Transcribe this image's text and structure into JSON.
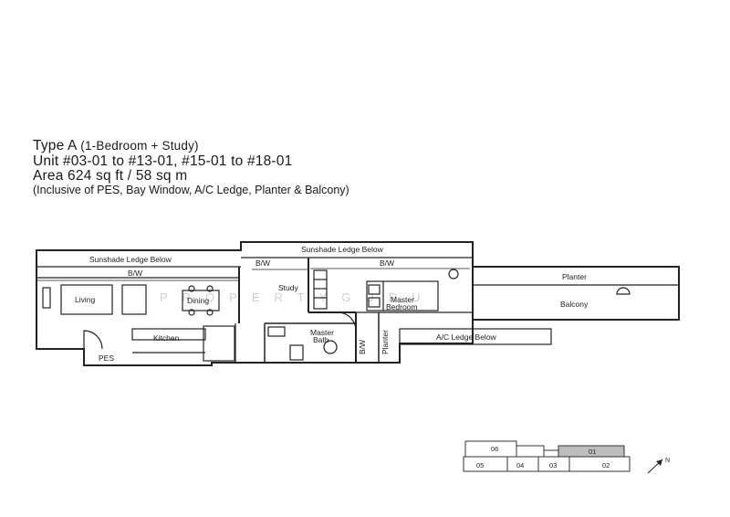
{
  "header": {
    "type_main": "Type A",
    "type_sub": "(1-Bedroom + Study)",
    "unit_line": "Unit #03-01 to #13-01, #15-01 to #18-01",
    "area_line": "Area 624 sq ft / 58 sq m",
    "inclusive_line": "(Inclusive of PES, Bay Window, A/C Ledge, Planter & Balcony)"
  },
  "rooms": {
    "sunshade_left": "Sunshade Ledge Below",
    "sunshade_right": "Sunshade Ledge Below",
    "bw_living": "B/W",
    "bw_study": "B/W",
    "bw_bedroom": "B/W",
    "bw_bath": "B/W",
    "living": "Living",
    "dining": "Dining",
    "study": "Study",
    "master_bedroom_1": "Master",
    "master_bedroom_2": "Bedroom",
    "planter_top": "Planter",
    "balcony": "Balcony",
    "kitchen": "Kitchen",
    "pes": "PES",
    "master_bath_1": "Master",
    "master_bath_2": "Bath",
    "planter_side": "Planter",
    "ac_ledge": "A/C Ledge Below"
  },
  "watermark": "PROPERTYGURU",
  "keyplan": {
    "units": [
      "06",
      "01",
      "05",
      "04",
      "03",
      "02"
    ],
    "highlighted": "01",
    "north": "N"
  }
}
